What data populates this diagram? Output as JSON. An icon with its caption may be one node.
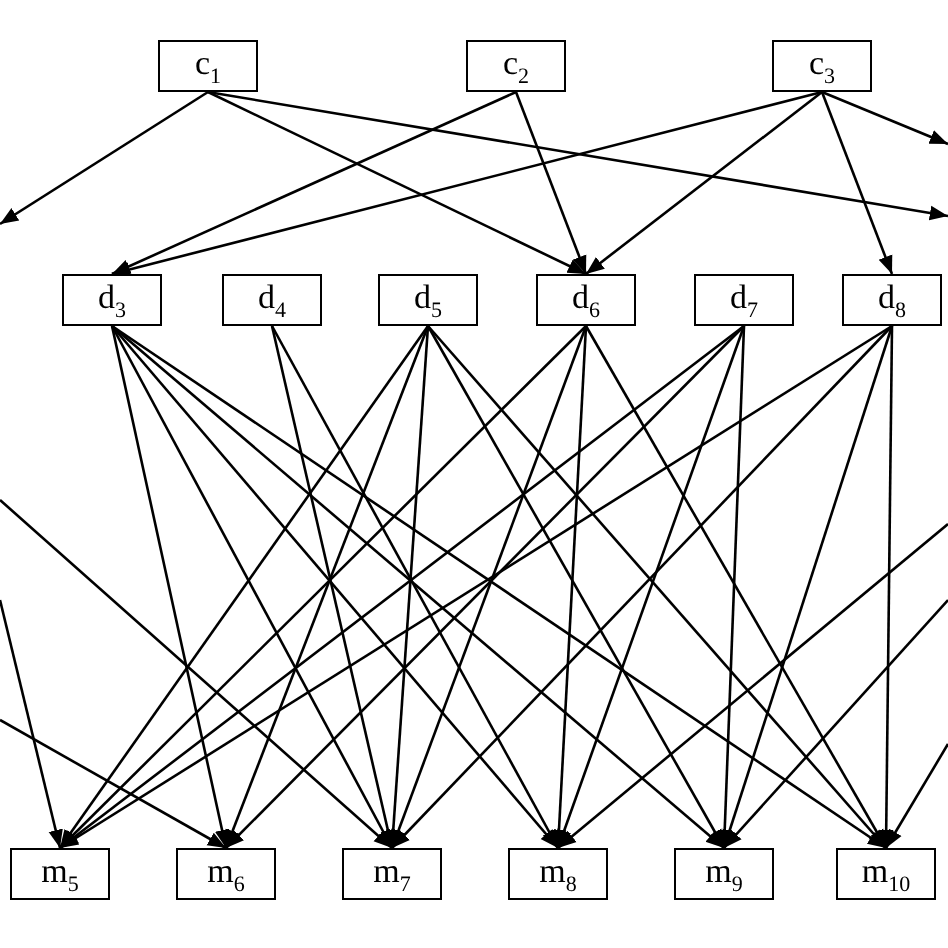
{
  "diagram": {
    "nodes": [
      {
        "text": [
          "c$_{1}$"
        ]
      },
      {
        "text": [
          "c$_{2}$"
        ]
      },
      {
        "text": [
          "c$_{3}$"
        ]
      },
      {
        "text": [
          "d$_{3}$"
        ]
      },
      {
        "text": [
          "d$_{4}$"
        ]
      },
      {
        "text": [
          "d$_{5}$"
        ]
      },
      {
        "text": [
          "d$_{6}$"
        ]
      },
      {
        "text": [
          "d$_{7}$"
        ]
      },
      {
        "text": [
          "d$_{8}$"
        ]
      },
      {
        "text": [
          "m$_{5}$"
        ]
      },
      {
        "text": [
          "m$_{6}$"
        ]
      },
      {
        "text": [
          "m$_{7}$"
        ]
      },
      {
        "text": [
          "m$_{8}$"
        ]
      },
      {
        "text": [
          "m$_{9}$"
        ]
      },
      {
        "text": [
          "m$_{10}$"
        ]
      }
    ],
    "edges": [
      {
        "from": 0,
        "to": null,
        "arrow": "to"
      },
      {
        "from": 0,
        "to": 6,
        "arrow": "to"
      },
      {
        "from": 0,
        "to": null,
        "arrow": "to"
      },
      {
        "from": 1,
        "to": 3,
        "arrow": "to"
      },
      {
        "from": 1,
        "to": 6,
        "arrow": "to"
      },
      {
        "from": 2,
        "to": 3,
        "arrow": "to"
      },
      {
        "from": 2,
        "to": 6,
        "arrow": "to"
      },
      {
        "from": 2,
        "to": 8,
        "arrow": "to"
      },
      {
        "from": 2,
        "to": null,
        "arrow": "to"
      },
      {
        "from": 3,
        "to": 10,
        "arrow": "to"
      },
      {
        "from": 3,
        "to": 11,
        "arrow": "to"
      },
      {
        "from": 3,
        "to": 12,
        "arrow": "to"
      },
      {
        "from": 3,
        "to": 13,
        "arrow": "to"
      },
      {
        "from": 3,
        "to": 14,
        "arrow": "to"
      },
      {
        "from": 4,
        "to": 11,
        "arrow": "to"
      },
      {
        "from": 4,
        "to": 12,
        "arrow": "to"
      },
      {
        "from": 5,
        "to": 9,
        "arrow": "to"
      },
      {
        "from": 5,
        "to": 10,
        "arrow": "to"
      },
      {
        "from": 5,
        "to": 11,
        "arrow": "to"
      },
      {
        "from": 5,
        "to": 13,
        "arrow": "to"
      },
      {
        "from": 5,
        "to": 14,
        "arrow": "to"
      },
      {
        "from": 6,
        "to": 9,
        "arrow": "to"
      },
      {
        "from": 6,
        "to": 11,
        "arrow": "to"
      },
      {
        "from": 6,
        "to": 12,
        "arrow": "to"
      },
      {
        "from": 6,
        "to": 14,
        "arrow": "to"
      },
      {
        "from": 7,
        "to": 9,
        "arrow": "to"
      },
      {
        "from": 7,
        "to": 10,
        "arrow": "to"
      },
      {
        "from": 7,
        "to": 12,
        "arrow": "to"
      },
      {
        "from": 7,
        "to": 13,
        "arrow": "to"
      },
      {
        "from": 8,
        "to": 9,
        "arrow": "to"
      },
      {
        "from": 8,
        "to": 11,
        "arrow": "to"
      },
      {
        "from": 8,
        "to": 13,
        "arrow": "to"
      },
      {
        "from": 8,
        "to": 14,
        "arrow": "to"
      },
      {
        "from": null,
        "to": 9,
        "arrow": "to"
      },
      {
        "from": null,
        "to": 10,
        "arrow": "to"
      },
      {
        "from": null,
        "to": 11,
        "arrow": "to"
      },
      {
        "from": null,
        "to": 12,
        "arrow": "to"
      },
      {
        "from": null,
        "to": 13,
        "arrow": "to"
      },
      {
        "from": null,
        "to": 14,
        "arrow": "to"
      }
    ]
  }
}
